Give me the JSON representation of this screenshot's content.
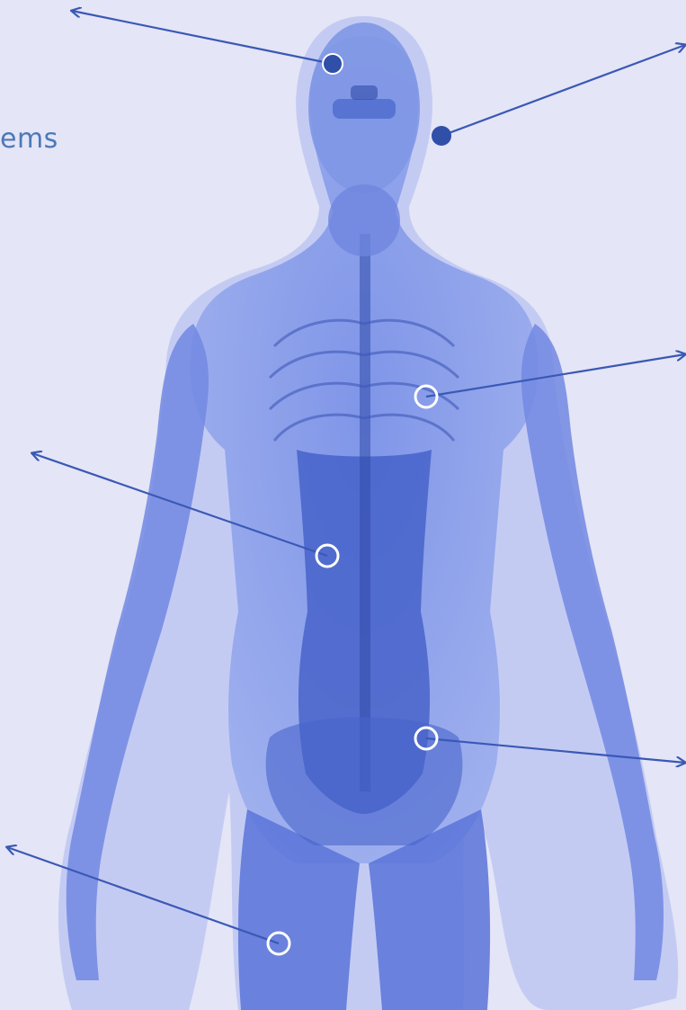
{
  "text_fragment": "ems",
  "colors": {
    "background": "#e4e5f6",
    "body_light": "#9fb0ee",
    "body_mid": "#6e86e2",
    "body_dark": "#3e5bc6",
    "line": "#3a58b5",
    "marker_filled": "#2f4fa8",
    "marker_ring": "#ffffff",
    "label_text": "#4d79b8"
  },
  "markers": [
    {
      "name": "head-marker",
      "style": "filled"
    },
    {
      "name": "ear-marker",
      "style": "filled"
    },
    {
      "name": "chest-marker",
      "style": "ring"
    },
    {
      "name": "abdomen-marker",
      "style": "ring"
    },
    {
      "name": "pelvis-marker",
      "style": "ring"
    },
    {
      "name": "thigh-marker",
      "style": "ring"
    }
  ]
}
